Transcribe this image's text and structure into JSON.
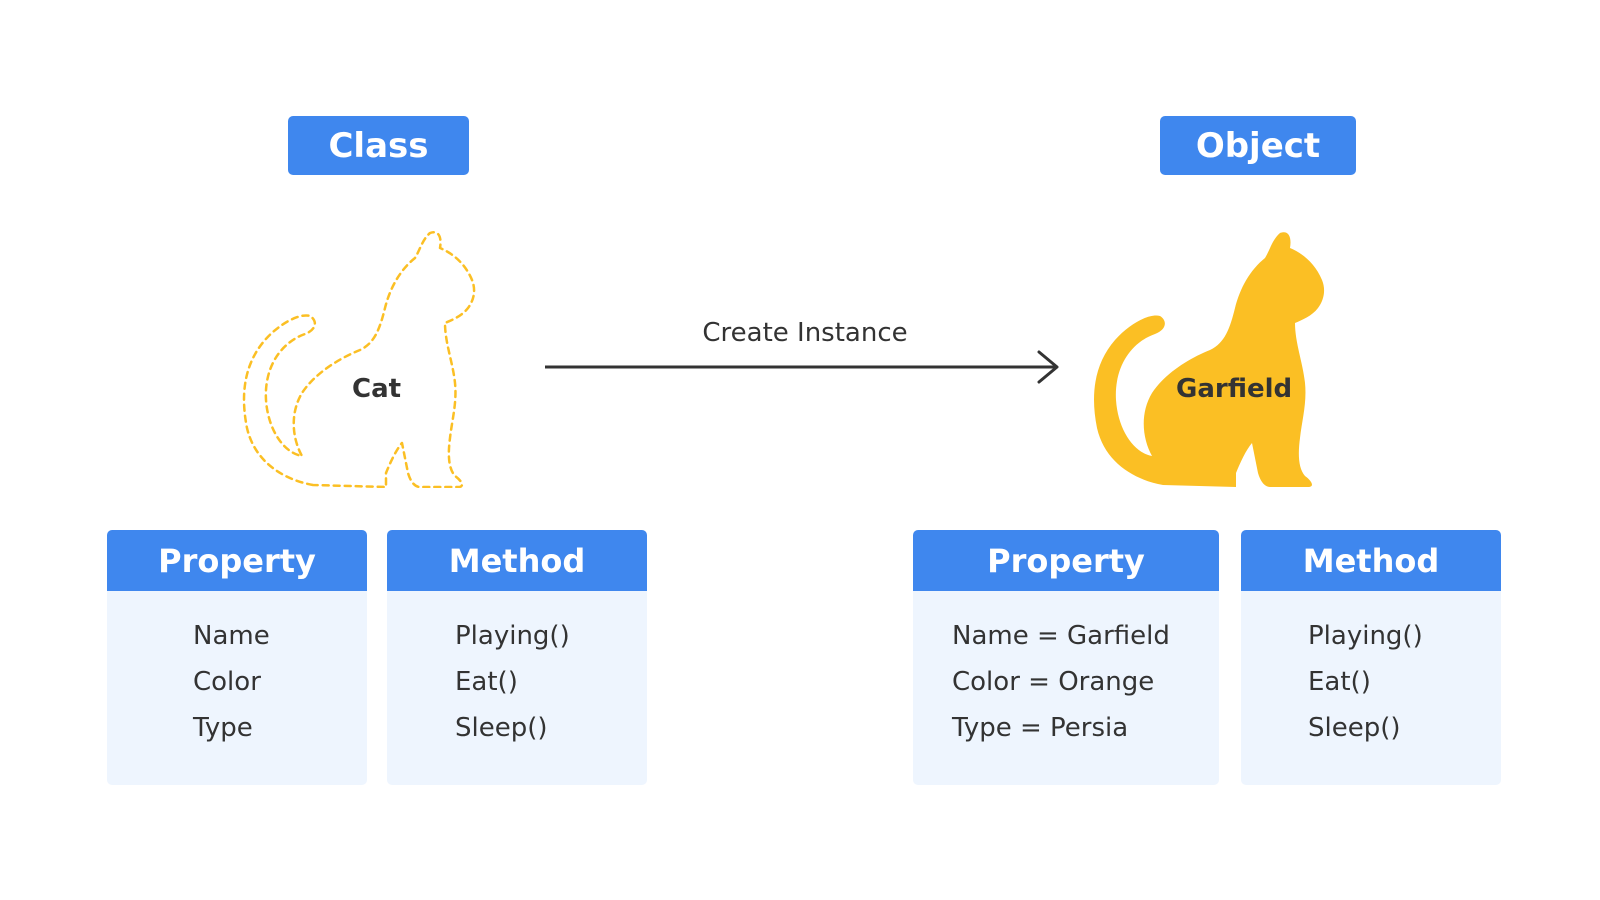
{
  "class_section": {
    "label": "Class",
    "figure_label": "Cat",
    "property_box": {
      "title": "Property",
      "items": [
        "Name",
        "Color",
        "Type"
      ]
    },
    "method_box": {
      "title": "Method",
      "items": [
        "Playing()",
        "Eat()",
        "Sleep()"
      ]
    }
  },
  "arrow": {
    "label": "Create Instance"
  },
  "object_section": {
    "label": "Object",
    "figure_label": "Garfield",
    "property_box": {
      "title": "Property",
      "items": [
        "Name = Garfield",
        "Color = Orange",
        "Type = Persia"
      ]
    },
    "method_box": {
      "title": "Method",
      "items": [
        "Playing()",
        "Eat()",
        "Sleep()"
      ]
    }
  },
  "colors": {
    "accent_blue": "#3f87ee",
    "card_background": "#eef5fe",
    "cat_yellow": "#fbbf24",
    "text": "#333333"
  },
  "icons": {
    "class_figure": "cat-outline-icon",
    "object_figure": "cat-filled-icon",
    "arrow": "arrow-right-icon"
  }
}
